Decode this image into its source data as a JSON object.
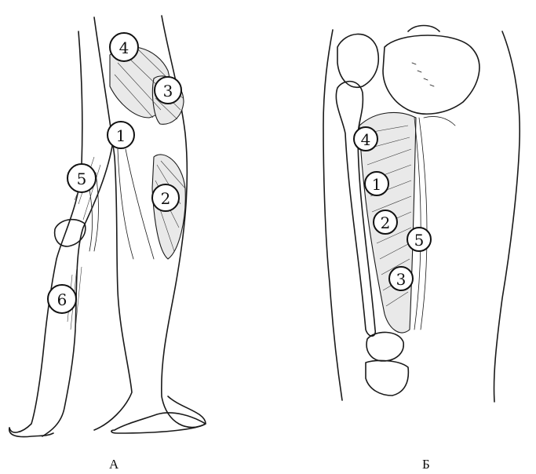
{
  "panels": [
    {
      "label": "А",
      "callouts": [
        "4",
        "3",
        "1",
        "5",
        "2",
        "6"
      ]
    },
    {
      "label": "Б",
      "callouts": [
        "4",
        "1",
        "2",
        "5",
        "3"
      ]
    }
  ]
}
